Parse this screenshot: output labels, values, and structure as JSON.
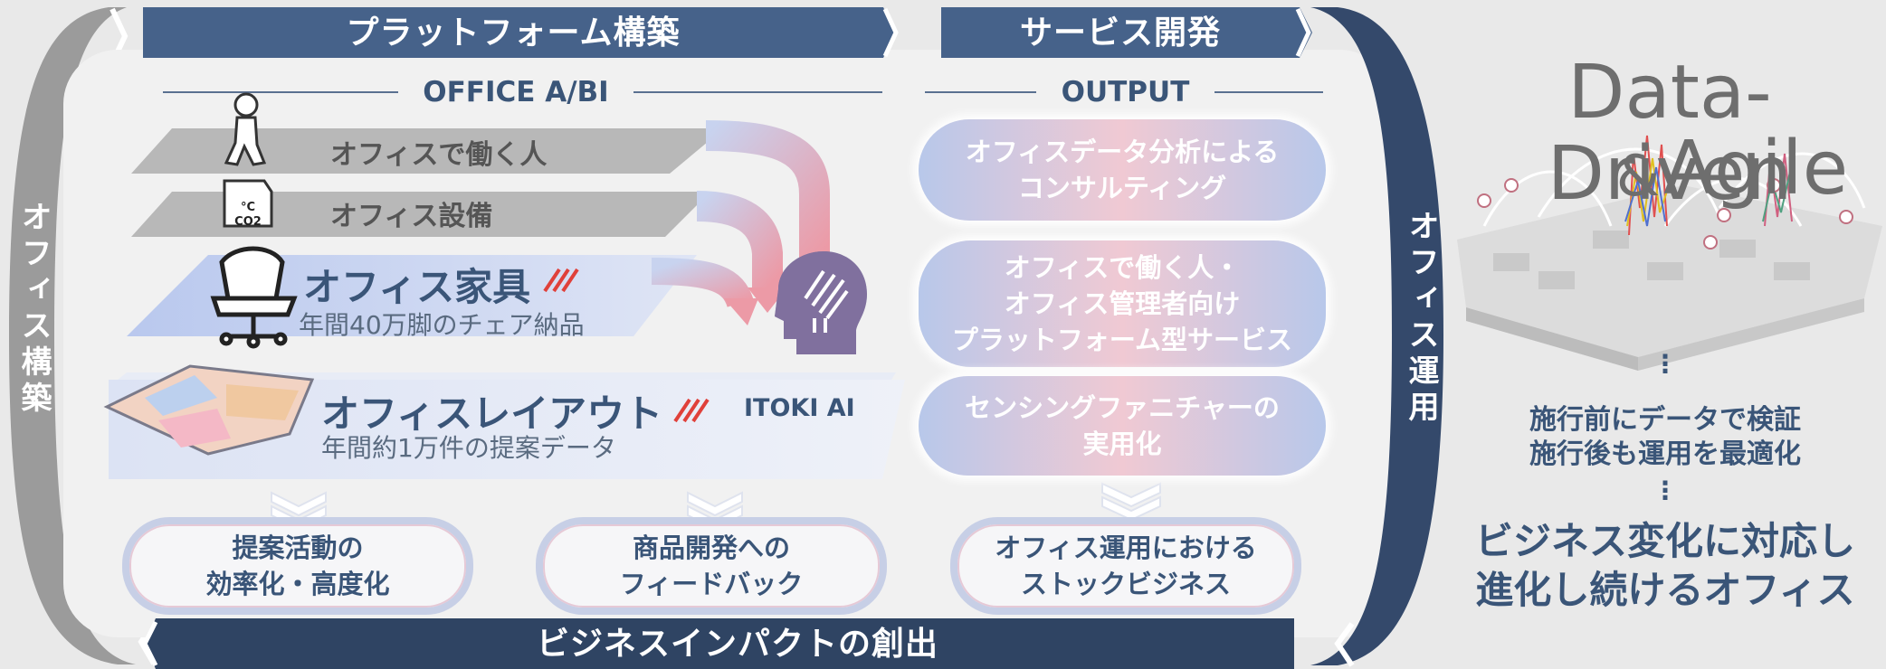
{
  "banners": {
    "platform": "プラットフォーム構築",
    "service": "サービス開発",
    "impact": "ビジネスインパクトの創出"
  },
  "side": {
    "left": "オフィス構築",
    "right": "オフィス運用"
  },
  "office_abi": {
    "heading": "OFFICE A/BI",
    "layers": {
      "workers": "オフィスで働く人",
      "equipment": "オフィス設備",
      "furniture": "オフィス家具",
      "furniture_sub": "年間40万脚のチェア納品",
      "layout": "オフィスレイアウト",
      "layout_sub": "年間約1万件の提案データ"
    },
    "sensor_icon_text": "°C CO2",
    "ai_label": "ITOKI AI"
  },
  "output": {
    "heading": "OUTPUT",
    "items": [
      "オフィスデータ分析による\nコンサルティング",
      "オフィスで働く人・\nオフィス管理者向け\nプラットフォーム型サービス",
      "センシングファニチャーの\n実用化"
    ]
  },
  "results": [
    "提案活動の\n効率化・高度化",
    "商品開発への\nフィードバック",
    "オフィス運用における\nストックビジネス"
  ],
  "right_panel": {
    "title_line1": "Data-Driven",
    "title_amp": "&",
    "title_line2": "Agile",
    "dots": "⋮",
    "text1": "施行前にデータで検証\n施行後も運用を最適化",
    "text2": "ビジネス変化に対応し\n進化し続けるオフィス"
  },
  "colors": {
    "navy": "#3a5578",
    "banner": "#46628a",
    "dark_navy": "#2f4463",
    "left_arc": "#9a9a9a",
    "arrow_pink": "#e8a0a8",
    "hatch_red": "#e0403a"
  }
}
